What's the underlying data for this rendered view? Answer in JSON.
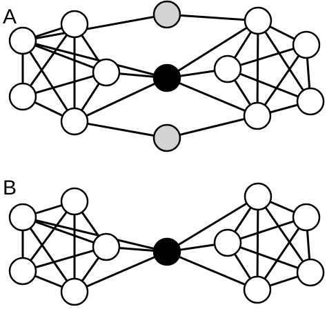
{
  "panels": [
    {
      "label": "A",
      "nodes": [
        {
          "id": "L1",
          "kind": "community-node"
        },
        {
          "id": "L2",
          "kind": "community-node"
        },
        {
          "id": "L3",
          "kind": "community-node"
        },
        {
          "id": "L4",
          "kind": "community-node"
        },
        {
          "id": "L5",
          "kind": "community-node"
        },
        {
          "id": "R1",
          "kind": "community-node"
        },
        {
          "id": "R2",
          "kind": "community-node"
        },
        {
          "id": "R3",
          "kind": "community-node"
        },
        {
          "id": "R4",
          "kind": "community-node"
        },
        {
          "id": "R5",
          "kind": "community-node"
        },
        {
          "id": "H",
          "kind": "hub-node"
        },
        {
          "id": "GT",
          "kind": "bridge-node"
        },
        {
          "id": "GB",
          "kind": "bridge-node"
        }
      ],
      "edges": [
        [
          "L1",
          "L2"
        ],
        [
          "L1",
          "L3"
        ],
        [
          "L1",
          "L4"
        ],
        [
          "L1",
          "L5"
        ],
        [
          "L2",
          "L3"
        ],
        [
          "L2",
          "L4"
        ],
        [
          "L2",
          "L5"
        ],
        [
          "L3",
          "L4"
        ],
        [
          "L3",
          "L5"
        ],
        [
          "L4",
          "L5"
        ],
        [
          "R1",
          "R2"
        ],
        [
          "R1",
          "R3"
        ],
        [
          "R1",
          "R4"
        ],
        [
          "R1",
          "R5"
        ],
        [
          "R2",
          "R3"
        ],
        [
          "R2",
          "R4"
        ],
        [
          "R2",
          "R5"
        ],
        [
          "R3",
          "R4"
        ],
        [
          "R3",
          "R5"
        ],
        [
          "R4",
          "R5"
        ],
        [
          "L1",
          "H"
        ],
        [
          "L3",
          "H"
        ],
        [
          "L5",
          "H"
        ],
        [
          "R1",
          "H"
        ],
        [
          "R3",
          "H"
        ],
        [
          "R5",
          "H"
        ],
        [
          "L1",
          "GT"
        ],
        [
          "GT",
          "R1"
        ],
        [
          "L5",
          "GB"
        ],
        [
          "GB",
          "R5"
        ]
      ]
    },
    {
      "label": "B",
      "nodes": [
        {
          "id": "L1",
          "kind": "community-node"
        },
        {
          "id": "L2",
          "kind": "community-node"
        },
        {
          "id": "L3",
          "kind": "community-node"
        },
        {
          "id": "L4",
          "kind": "community-node"
        },
        {
          "id": "L5",
          "kind": "community-node"
        },
        {
          "id": "R1",
          "kind": "community-node"
        },
        {
          "id": "R2",
          "kind": "community-node"
        },
        {
          "id": "R3",
          "kind": "community-node"
        },
        {
          "id": "R4",
          "kind": "community-node"
        },
        {
          "id": "R5",
          "kind": "community-node"
        },
        {
          "id": "H",
          "kind": "hub-node"
        }
      ],
      "edges": [
        [
          "L1",
          "L2"
        ],
        [
          "L1",
          "L3"
        ],
        [
          "L1",
          "L4"
        ],
        [
          "L1",
          "L5"
        ],
        [
          "L2",
          "L3"
        ],
        [
          "L2",
          "L4"
        ],
        [
          "L2",
          "L5"
        ],
        [
          "L3",
          "L4"
        ],
        [
          "L3",
          "L5"
        ],
        [
          "L4",
          "L5"
        ],
        [
          "R1",
          "R2"
        ],
        [
          "R1",
          "R3"
        ],
        [
          "R1",
          "R4"
        ],
        [
          "R1",
          "R5"
        ],
        [
          "R2",
          "R3"
        ],
        [
          "R2",
          "R4"
        ],
        [
          "R2",
          "R5"
        ],
        [
          "R3",
          "R4"
        ],
        [
          "R3",
          "R5"
        ],
        [
          "R4",
          "R5"
        ],
        [
          "L1",
          "H"
        ],
        [
          "L3",
          "H"
        ],
        [
          "L5",
          "H"
        ],
        [
          "R1",
          "H"
        ],
        [
          "R3",
          "H"
        ],
        [
          "R5",
          "H"
        ]
      ]
    }
  ],
  "colors": {
    "community-node": "#ffffff",
    "hub-node": "#000000",
    "bridge-node": "#d3d3d3",
    "edge": "#000000",
    "outline": "#000000"
  }
}
